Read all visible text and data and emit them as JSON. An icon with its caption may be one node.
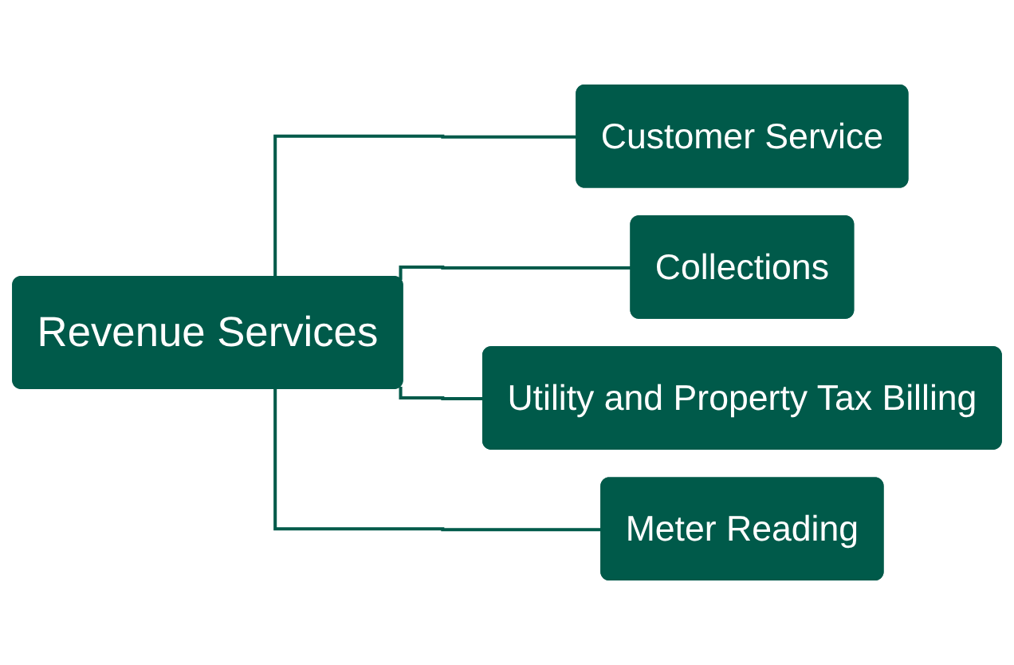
{
  "diagram": {
    "nodes": [
      {
        "text": [
          "Revenue Services"
        ]
      },
      {
        "text": [
          "Customer Service"
        ]
      },
      {
        "text": [
          "Collections"
        ]
      },
      {
        "text": [
          "Utility and Property Tax Billing"
        ]
      },
      {
        "text": [
          "Meter Reading"
        ]
      }
    ],
    "edges": [
      {
        "from": 0,
        "to": 1,
        "arrow": "none"
      },
      {
        "from": 0,
        "to": 2,
        "arrow": "none"
      },
      {
        "from": 0,
        "to": 3,
        "arrow": "none"
      },
      {
        "from": 0,
        "to": 4,
        "arrow": "none"
      }
    ]
  }
}
